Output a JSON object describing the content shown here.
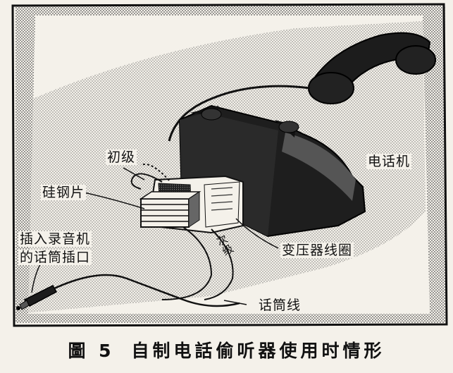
{
  "figure": {
    "labels": {
      "primary": "初级",
      "silicon_steel": "硅钢片",
      "plug_note_line1": "插入录音机",
      "plug_note_line2": "的话筒插口",
      "telephone": "电话机",
      "secondary": "次级",
      "coil": "变压器线圈",
      "mic_wire": "话筒线"
    }
  },
  "caption": {
    "figure_number": "圖 5",
    "title": "自制电話偷听器使用时情形"
  }
}
